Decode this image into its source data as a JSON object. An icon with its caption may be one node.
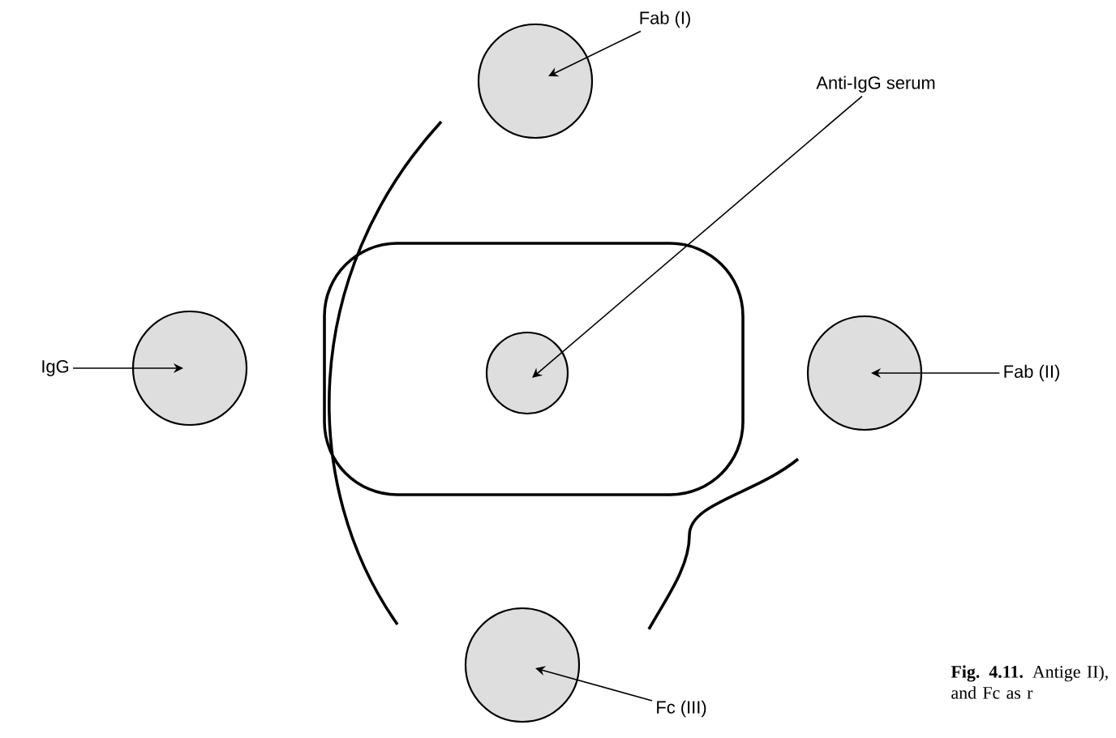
{
  "diagram": {
    "caption": "**Fig. 4.11.** Antige II), and Fc as r",
    "nodes": [
      {
        "text": [
          "Fab (I)"
        ]
      },
      {
        "text": [
          "Anti-IgG serum"
        ]
      },
      {
        "text": [
          "IgG"
        ]
      },
      {
        "text": [
          "Fab (II)"
        ]
      },
      {
        "text": [
          "Fc (III)"
        ]
      },
      {
        "text": [],
        "shape": "circle"
      },
      {
        "text": [],
        "shape": "circle"
      },
      {
        "text": [],
        "shape": "circle"
      },
      {
        "text": [],
        "shape": "circle"
      },
      {
        "text": [],
        "shape": "circle"
      }
    ],
    "edges": [
      {
        "from": 0,
        "to": 5,
        "arrow": "to"
      },
      {
        "from": 1,
        "to": 7,
        "arrow": "to"
      },
      {
        "from": 2,
        "to": 6,
        "arrow": "to"
      },
      {
        "from": 3,
        "to": 8,
        "arrow": "to"
      },
      {
        "from": 4,
        "to": 9,
        "arrow": "to"
      }
    ]
  }
}
